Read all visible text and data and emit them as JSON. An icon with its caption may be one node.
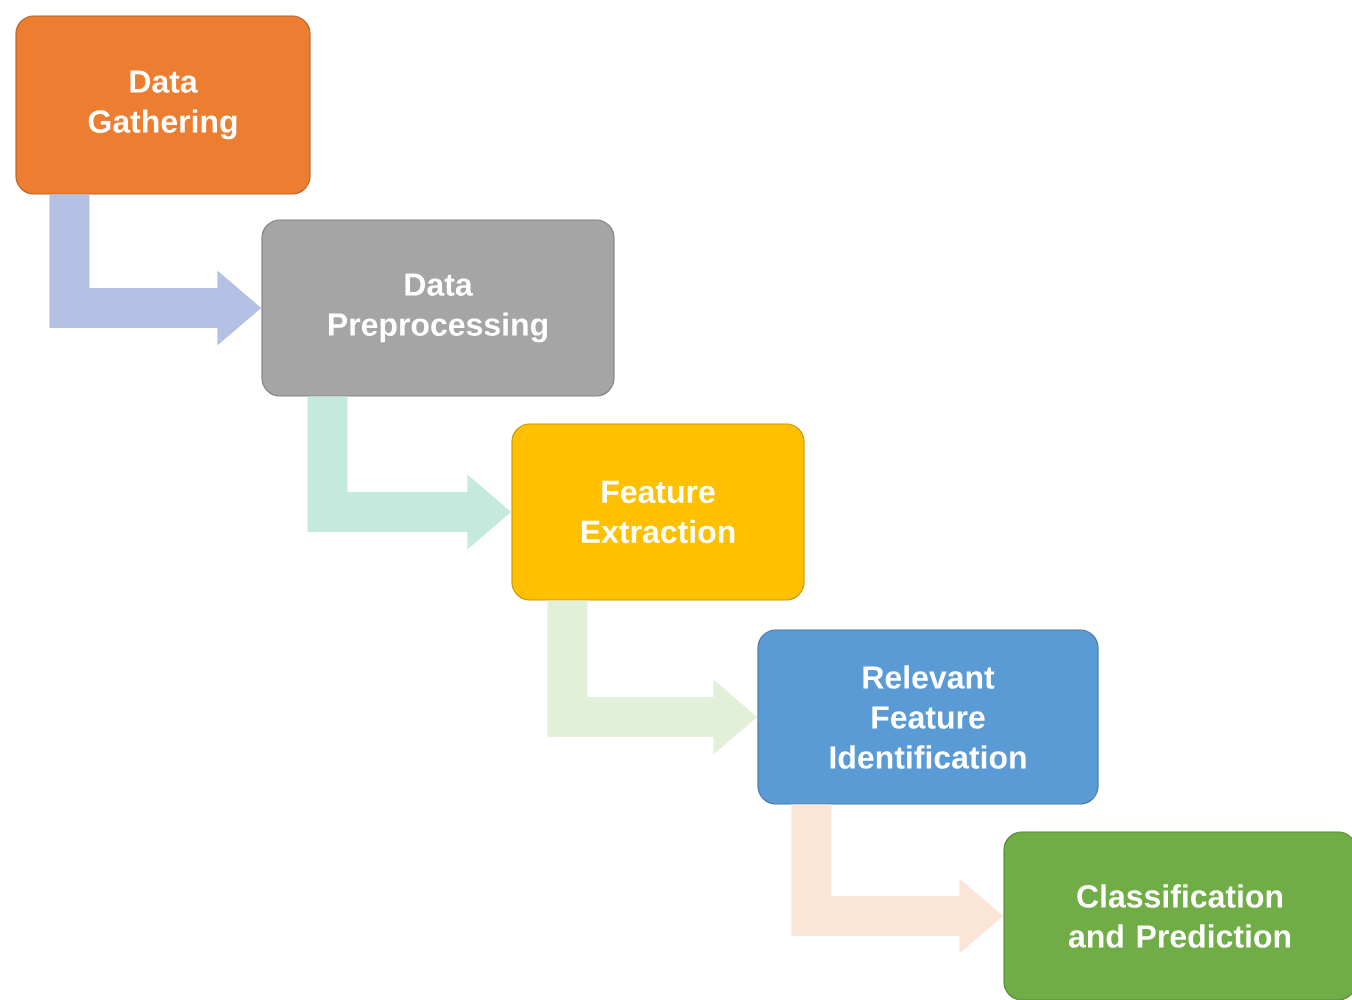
{
  "diagram": {
    "nodes": [
      {
        "text": [
          "Data Gathering"
        ]
      },
      {
        "text": [
          "Data Preprocessing"
        ]
      },
      {
        "text": [
          "Feature Extraction"
        ]
      },
      {
        "text": [
          "Relevant Feature Identification"
        ]
      },
      {
        "text": [
          "Classification and Prediction"
        ]
      }
    ],
    "edges": [
      {
        "from": 0,
        "to": 1,
        "arrow": "to",
        "color": "#b4c0e4"
      },
      {
        "from": 1,
        "to": 2,
        "arrow": "to",
        "color": "#c5e9dc"
      },
      {
        "from": 2,
        "to": 3,
        "arrow": "to",
        "color": "#e2f0d9"
      },
      {
        "from": 3,
        "to": 4,
        "arrow": "to",
        "color": "#fbe5d6"
      }
    ]
  }
}
